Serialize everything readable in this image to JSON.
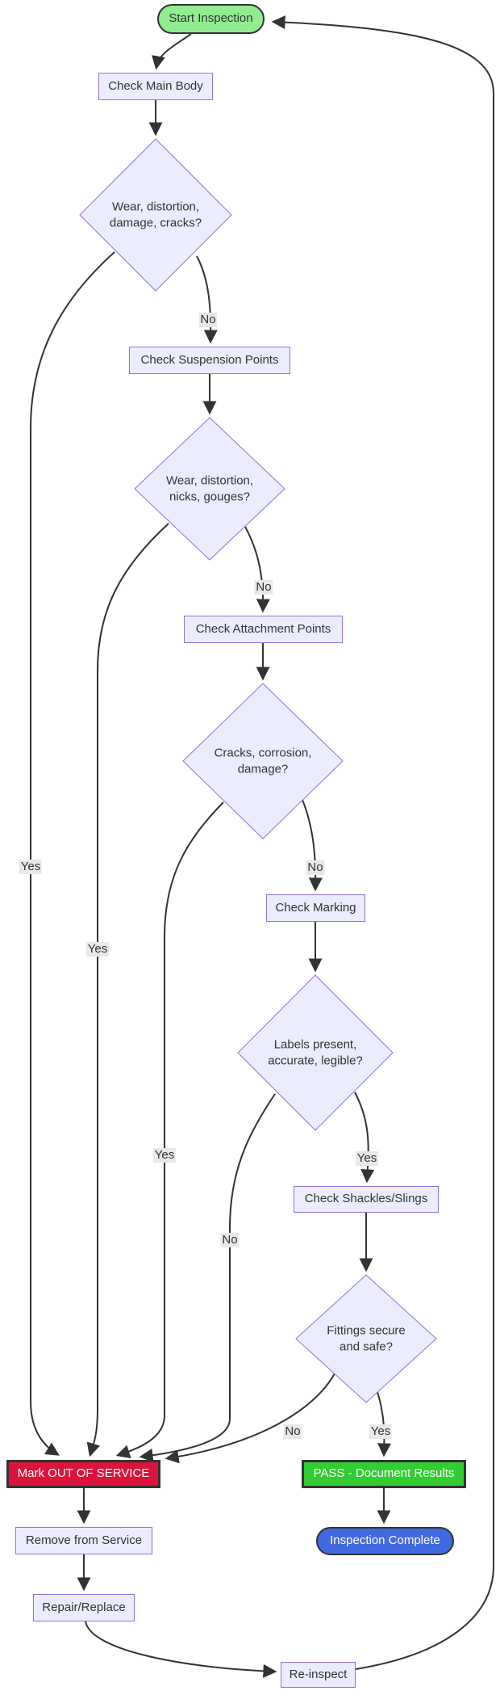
{
  "diagram": {
    "type": "flowchart",
    "subject": "lifting-equipment-inspection-process",
    "nodes": {
      "start": {
        "label": "Start Inspection",
        "shape": "rounded-pill",
        "fill": "#90EE90"
      },
      "check_main_body": {
        "label": "Check Main Body",
        "shape": "rect",
        "fill": "#ECECFF"
      },
      "decision_main_body": {
        "label": "Wear, distortion,\ndamage, cracks?",
        "shape": "diamond",
        "fill": "#ECECFF"
      },
      "check_suspension": {
        "label": "Check Suspension Points",
        "shape": "rect",
        "fill": "#ECECFF"
      },
      "decision_suspension": {
        "label": "Wear, distortion,\nnicks, gouges?",
        "shape": "diamond",
        "fill": "#ECECFF"
      },
      "check_attachment": {
        "label": "Check Attachment Points",
        "shape": "rect",
        "fill": "#ECECFF"
      },
      "decision_attachment": {
        "label": "Cracks, corrosion,\ndamage?",
        "shape": "diamond",
        "fill": "#ECECFF"
      },
      "check_marking": {
        "label": "Check Marking",
        "shape": "rect",
        "fill": "#ECECFF"
      },
      "decision_marking": {
        "label": "Labels present,\naccurate, legible?",
        "shape": "diamond",
        "fill": "#ECECFF"
      },
      "check_shackles": {
        "label": "Check Shackles/Slings",
        "shape": "rect",
        "fill": "#ECECFF"
      },
      "decision_fittings": {
        "label": "Fittings secure\nand safe?",
        "shape": "diamond",
        "fill": "#ECECFF"
      },
      "pass": {
        "label": "PASS - Document Results",
        "shape": "rect",
        "fill": "#32CD32"
      },
      "fail": {
        "label": "Mark OUT OF SERVICE",
        "shape": "rect",
        "fill": "#DC143C"
      },
      "remove": {
        "label": "Remove from Service",
        "shape": "rect",
        "fill": "#ECECFF"
      },
      "repair": {
        "label": "Repair/Replace",
        "shape": "rect",
        "fill": "#ECECFF"
      },
      "complete": {
        "label": "Inspection Complete",
        "shape": "rounded-pill",
        "fill": "#4169E1"
      },
      "reinspect": {
        "label": "Re-inspect",
        "shape": "rect",
        "fill": "#ECECFF"
      }
    },
    "edge_labels": {
      "main_body_no": "No",
      "main_body_yes": "Yes",
      "suspension_no": "No",
      "suspension_yes": "Yes",
      "attachment_no": "No",
      "attachment_yes": "Yes",
      "marking_yes": "Yes",
      "marking_no": "No",
      "fittings_yes": "Yes",
      "fittings_no": "No"
    },
    "colors": {
      "default_node_fill": "#ECECFF",
      "default_node_border": "#9370DB",
      "start_fill": "#90EE90",
      "pass_fill": "#32CD32",
      "fail_fill": "#DC143C",
      "complete_fill": "#4169E1",
      "edge_stroke": "#333333",
      "edge_label_bg": "#e8e8e8",
      "text_dark": "#333333",
      "text_light": "#ffffff"
    }
  }
}
